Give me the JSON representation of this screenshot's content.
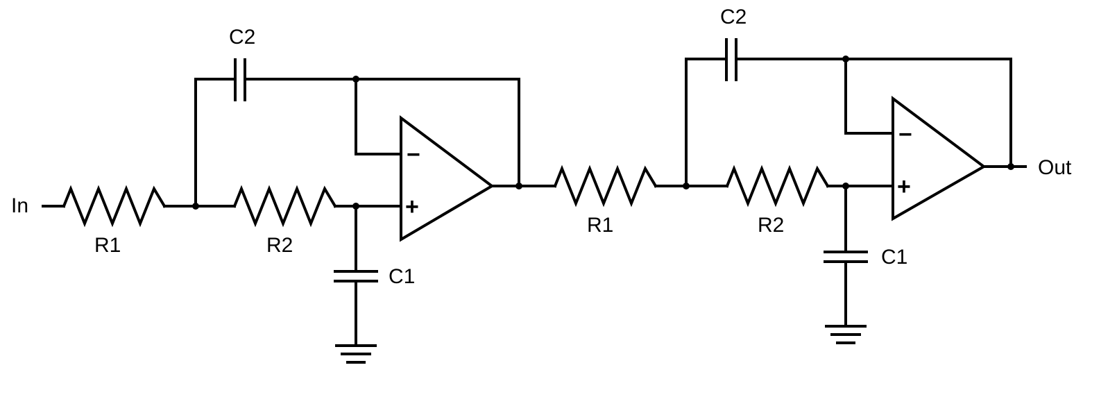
{
  "terminals": {
    "input": "In",
    "output": "Out"
  },
  "stage1": {
    "r1": "R1",
    "r2": "R2",
    "c1": "C1",
    "c2": "C2",
    "minus": "−",
    "plus": "+"
  },
  "stage2": {
    "r1": "R1",
    "r2": "R2",
    "c1": "C1",
    "c2": "C2",
    "minus": "−",
    "plus": "+"
  }
}
